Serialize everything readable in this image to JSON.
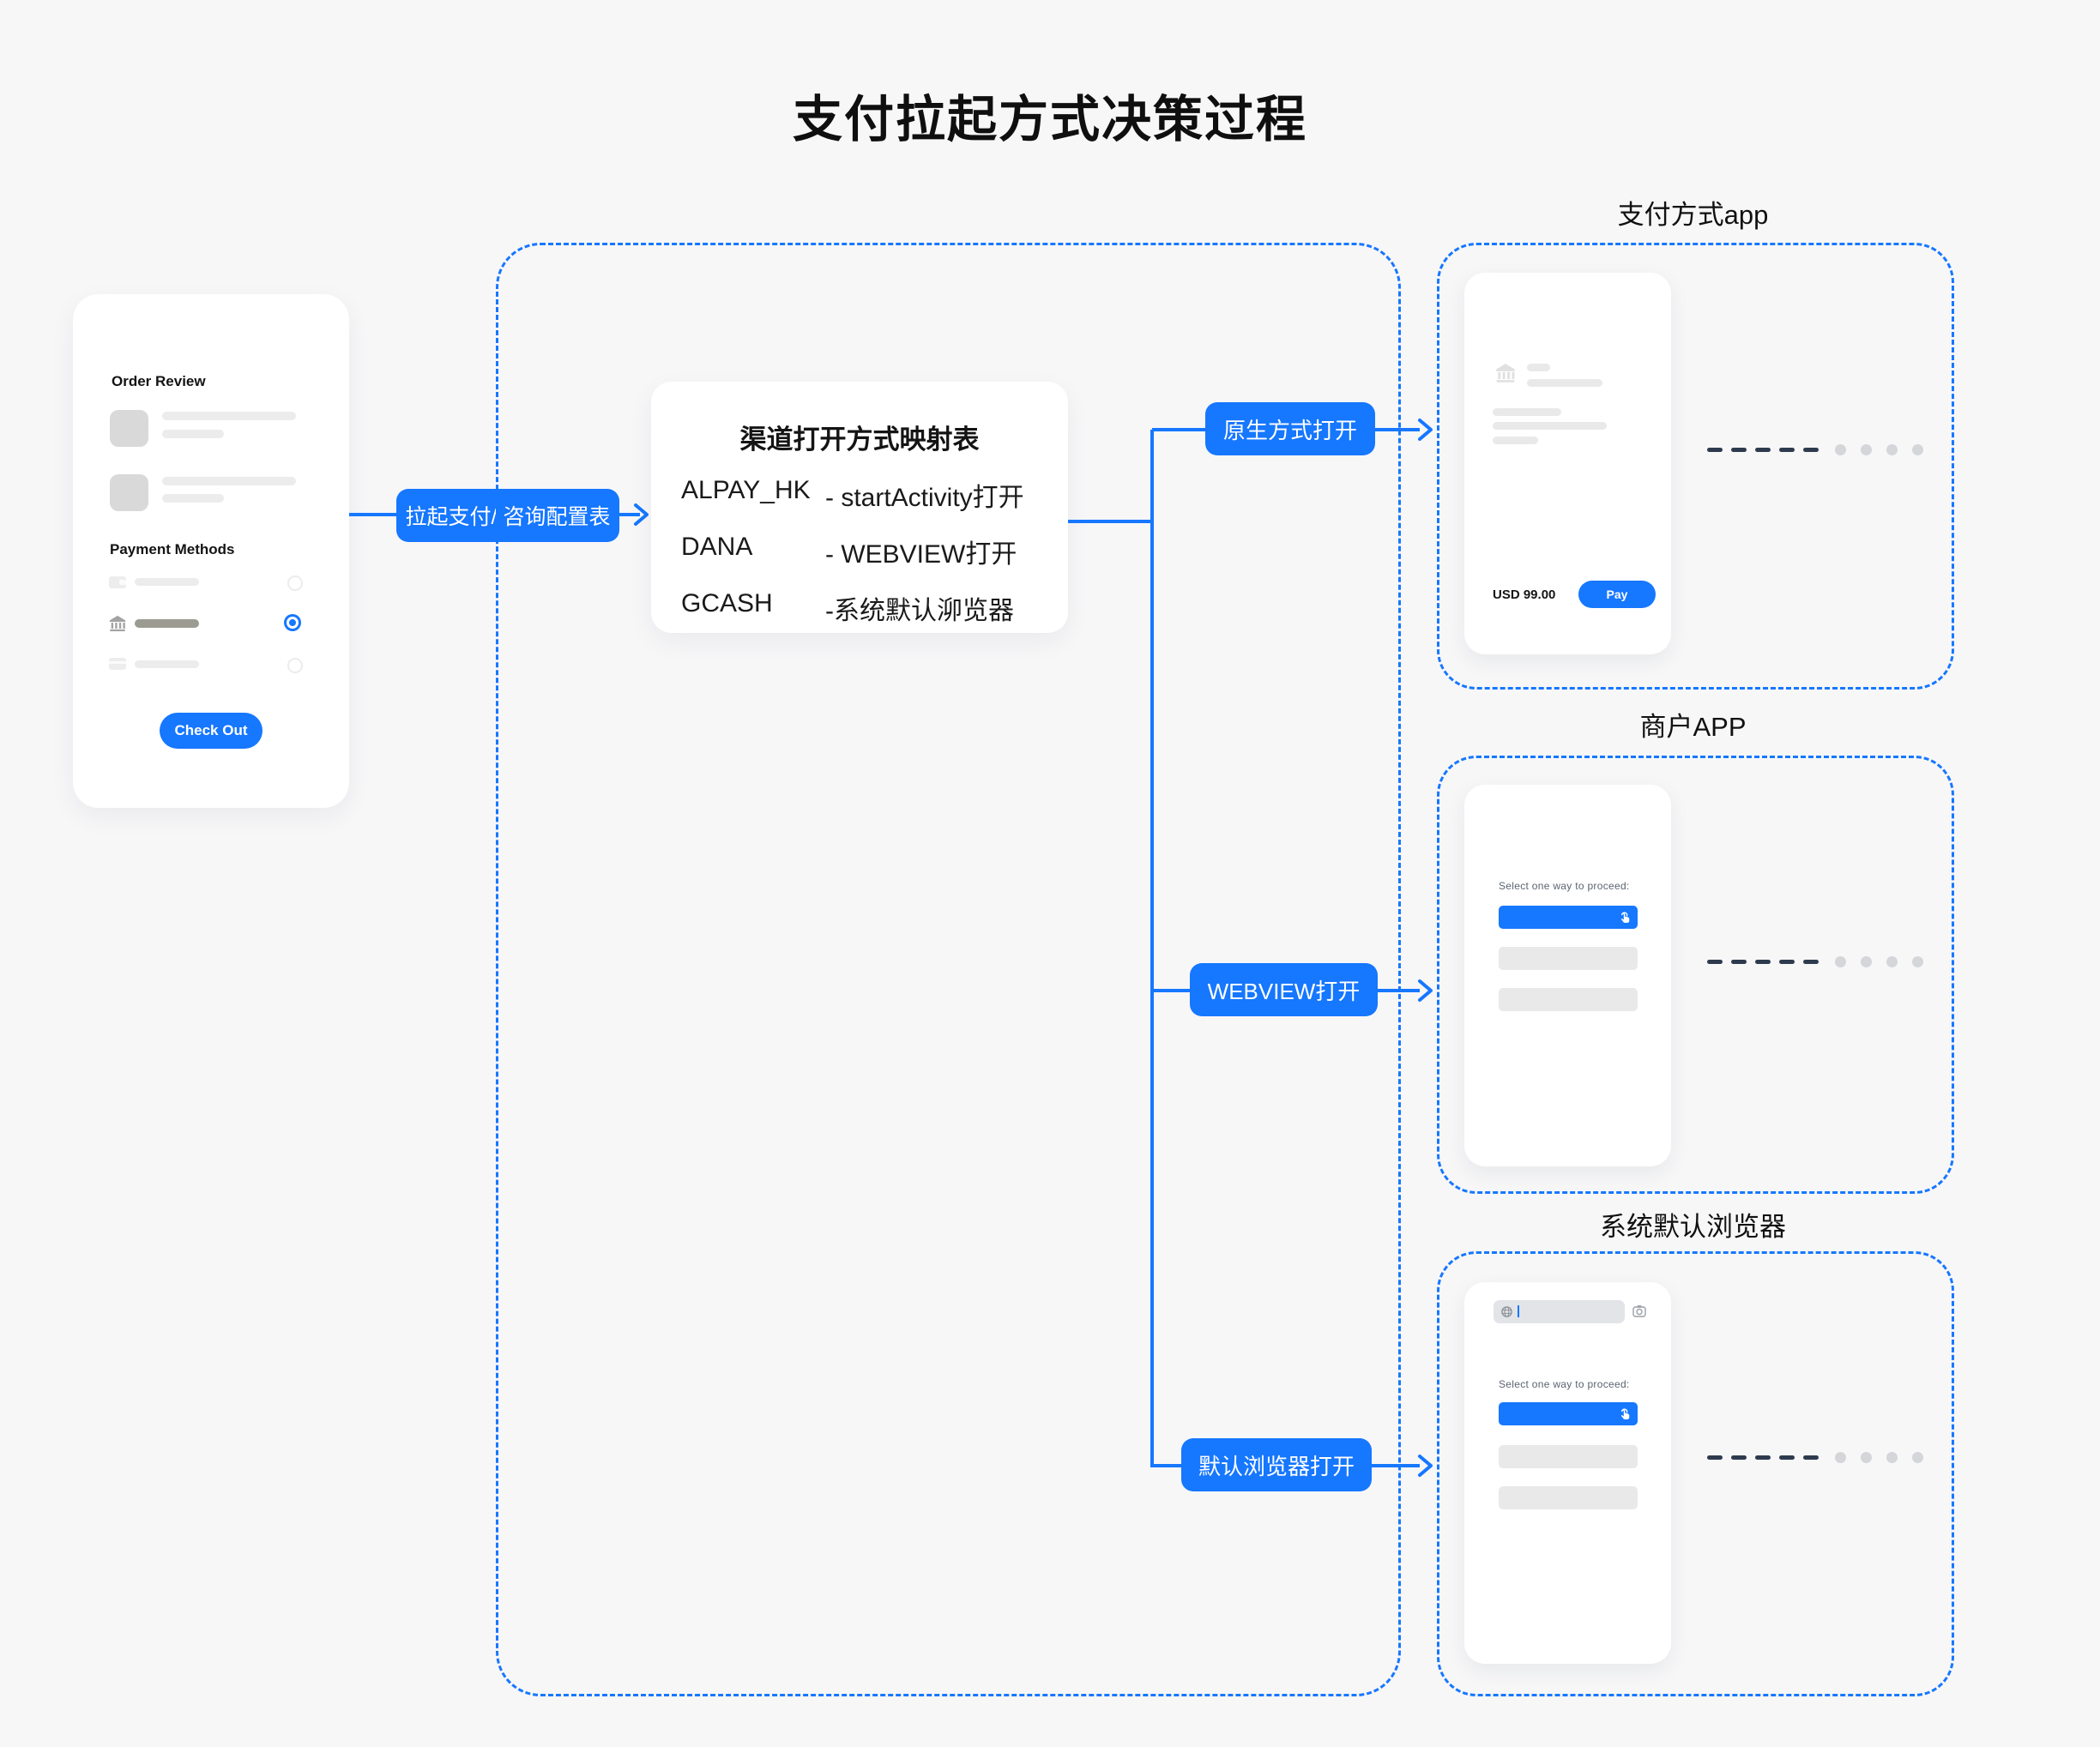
{
  "title": "支付拉起方式决策过程",
  "checkout_phone": {
    "order_review_label": "Order Review",
    "payment_methods_label": "Payment Methods",
    "checkout_button": "Check Out"
  },
  "flow": {
    "trigger_label": "拉起支付/ 咨询配置表",
    "mapping_card": {
      "title": "渠道打开方式映射表",
      "rows": [
        {
          "channel": "ALPAY_HK",
          "method": "- startActivity打开"
        },
        {
          "channel": "DANA",
          "method": "- WEBVIEW打开"
        },
        {
          "channel": "GCASH",
          "method": "-系统默认泖览器"
        }
      ]
    },
    "branches": [
      {
        "label": "原生方式打开"
      },
      {
        "label": "WEBVIEW打开"
      },
      {
        "label": "默认浏览器打开"
      }
    ]
  },
  "targets": [
    {
      "label": "支付方式app",
      "amount": "USD 99.00",
      "pay_button": "Pay"
    },
    {
      "label": "商户APP",
      "prompt": "Select one way to proceed:"
    },
    {
      "label": "系统默认浏览器",
      "prompt": "Select one way to proceed:"
    }
  ],
  "colors": {
    "accent_blue": "#1677ff",
    "dash_dark": "#2e3b4e",
    "dot_gray": "#d4d6d9",
    "skeleton_gray": "#ececec",
    "selected_bar_gray": "#9b9b91"
  }
}
